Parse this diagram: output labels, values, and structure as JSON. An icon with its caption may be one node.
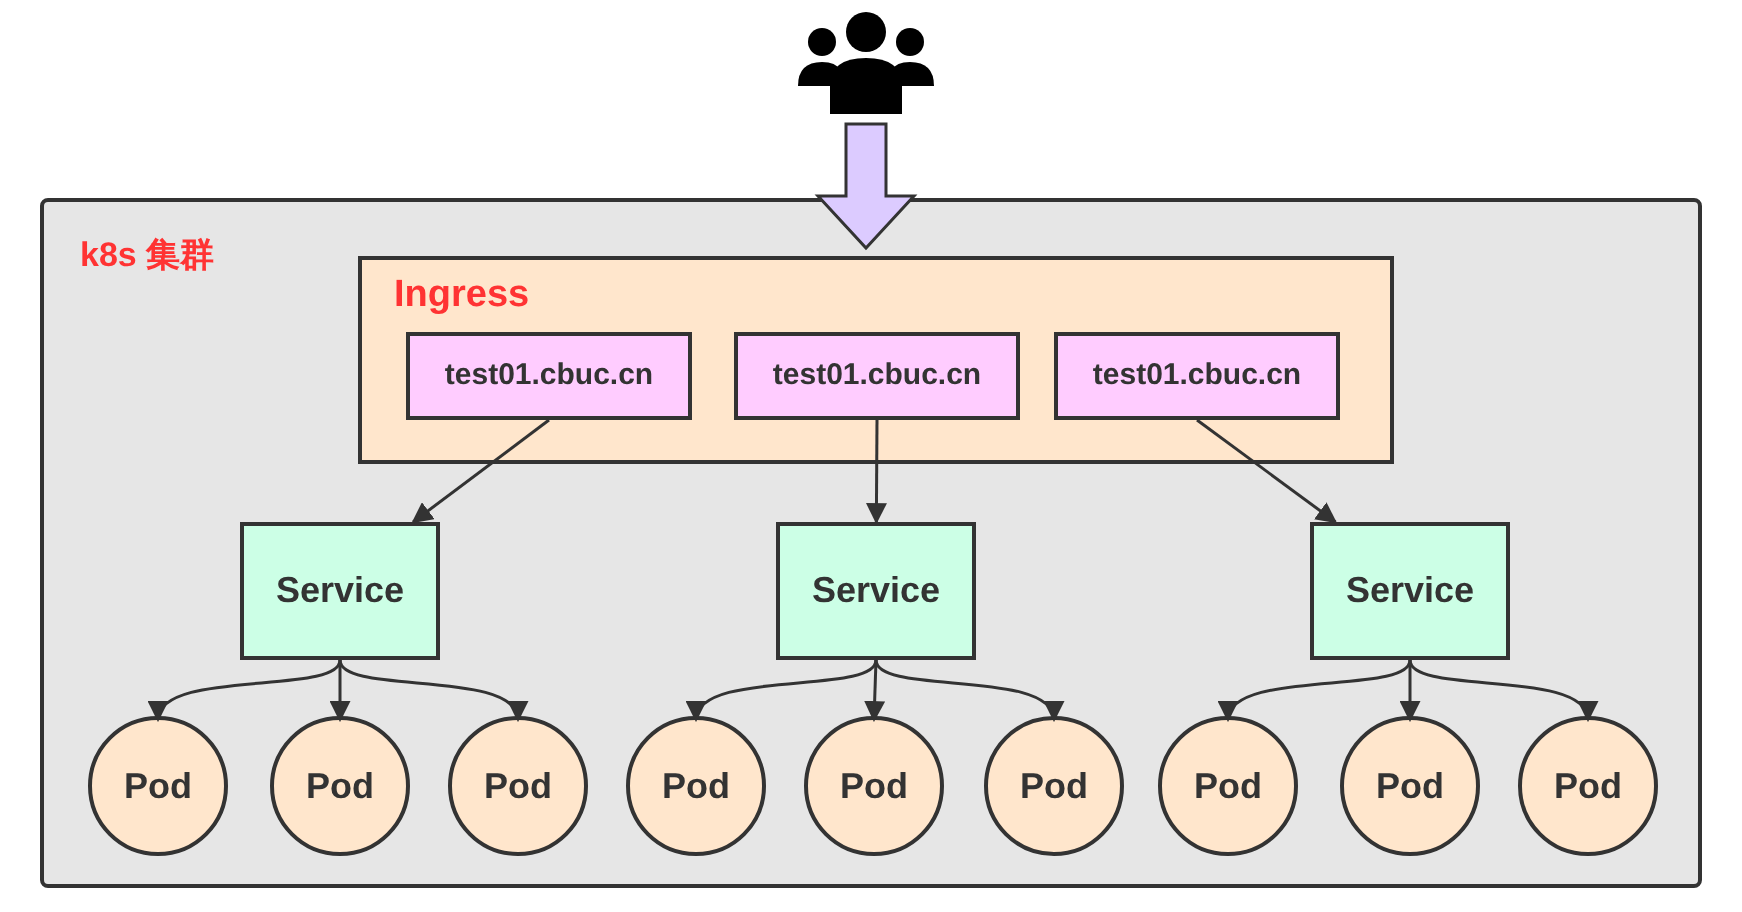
{
  "diagram": {
    "nodes": [
      {
        "text": [],
        "shape": "person"
      },
      {
        "text": [
          "k8s 集群"
        ]
      },
      {
        "text": [
          "Ingress"
        ],
        "in": 1
      },
      {
        "text": [
          "test01.cbuc.cn"
        ],
        "in": 2
      },
      {
        "text": [
          "test01.cbuc.cn"
        ],
        "in": 2
      },
      {
        "text": [
          "test01.cbuc.cn"
        ],
        "in": 2
      },
      {
        "text": [
          "Service"
        ],
        "in": 1
      },
      {
        "text": [
          "Service"
        ],
        "in": 1
      },
      {
        "text": [
          "Service"
        ],
        "in": 1
      },
      {
        "text": [
          "Pod"
        ],
        "in": 1
      },
      {
        "text": [
          "Pod"
        ],
        "in": 1
      },
      {
        "text": [
          "Pod"
        ],
        "in": 1
      },
      {
        "text": [
          "Pod"
        ],
        "in": 1
      },
      {
        "text": [
          "Pod"
        ],
        "in": 1
      },
      {
        "text": [
          "Pod"
        ],
        "in": 1
      },
      {
        "text": [
          "Pod"
        ],
        "in": 1
      },
      {
        "text": [
          "Pod"
        ],
        "in": 1
      },
      {
        "text": [
          "Pod"
        ],
        "in": 1
      }
    ],
    "edges": [
      {
        "from": 0,
        "to": 2,
        "arrow": "to",
        "style": "thick",
        "color": "#dccbff"
      },
      {
        "from": 3,
        "to": 6,
        "arrow": "to"
      },
      {
        "from": 4,
        "to": 7,
        "arrow": "to"
      },
      {
        "from": 5,
        "to": 8,
        "arrow": "to"
      },
      {
        "from": 6,
        "to": 9,
        "arrow": "to"
      },
      {
        "from": 6,
        "to": 10,
        "arrow": "to"
      },
      {
        "from": 6,
        "to": 11,
        "arrow": "to"
      },
      {
        "from": 7,
        "to": 12,
        "arrow": "to"
      },
      {
        "from": 7,
        "to": 13,
        "arrow": "to"
      },
      {
        "from": 7,
        "to": 14,
        "arrow": "to"
      },
      {
        "from": 8,
        "to": 15,
        "arrow": "to"
      },
      {
        "from": 8,
        "to": 16,
        "arrow": "to"
      },
      {
        "from": 8,
        "to": 17,
        "arrow": "to"
      }
    ]
  }
}
